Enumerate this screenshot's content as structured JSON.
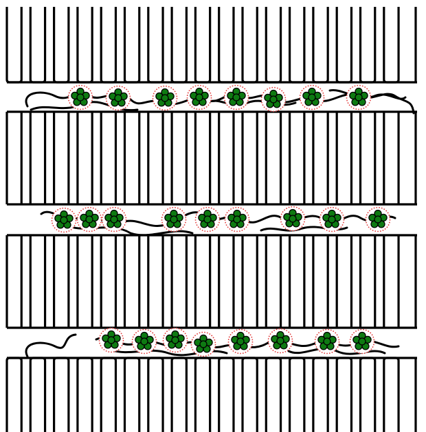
{
  "figure": {
    "background_color": "#ffffff",
    "line_color": "#000000",
    "particle_fill_color": "#0e7a12",
    "particle_halo_color": "#e23a3a",
    "lamellar_layers": 4,
    "interlayer_gaps": 3,
    "particle_clusters_per_gap": [
      8,
      9,
      8
    ],
    "beads_per_cluster": 6,
    "icons": [
      "brush-layer-icon",
      "polymer-chain-icon",
      "nanoparticle-cluster-icon"
    ]
  }
}
